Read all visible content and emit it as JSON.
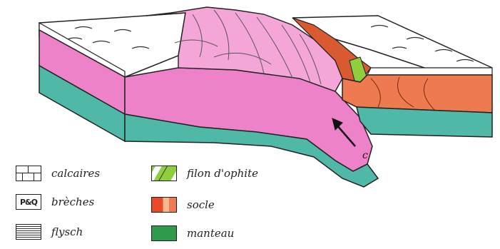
{
  "legend": {
    "items": [
      {
        "key": "calcaires",
        "label": "calcaires",
        "color": "#ffffff",
        "icon": "brick-pattern"
      },
      {
        "key": "breches",
        "label": "brèches",
        "color": "#ffffff",
        "icon": "breccia-pattern",
        "swatch_text": "P&Q"
      },
      {
        "key": "flysch",
        "label": "flysch",
        "color": "#ffffff",
        "icon": "stripe-pattern"
      },
      {
        "key": "ophite",
        "label": "filon d'ophite",
        "color": "#8fcf3c",
        "icon": "green-dike"
      },
      {
        "key": "socle",
        "label": "socle",
        "color": "#e8643a",
        "icon": "orange-fill"
      },
      {
        "key": "manteau",
        "label": "manteau",
        "color": "#2e9a4a",
        "icon": "green-fill"
      }
    ]
  },
  "diagram": {
    "arrow_label": "c",
    "colors": {
      "pink": "#ee82c8",
      "pink_light": "#f4a6d8",
      "teal": "#4fb8a6",
      "orange": "#ee7a4f",
      "orange_dark": "#d95a30"
    }
  }
}
